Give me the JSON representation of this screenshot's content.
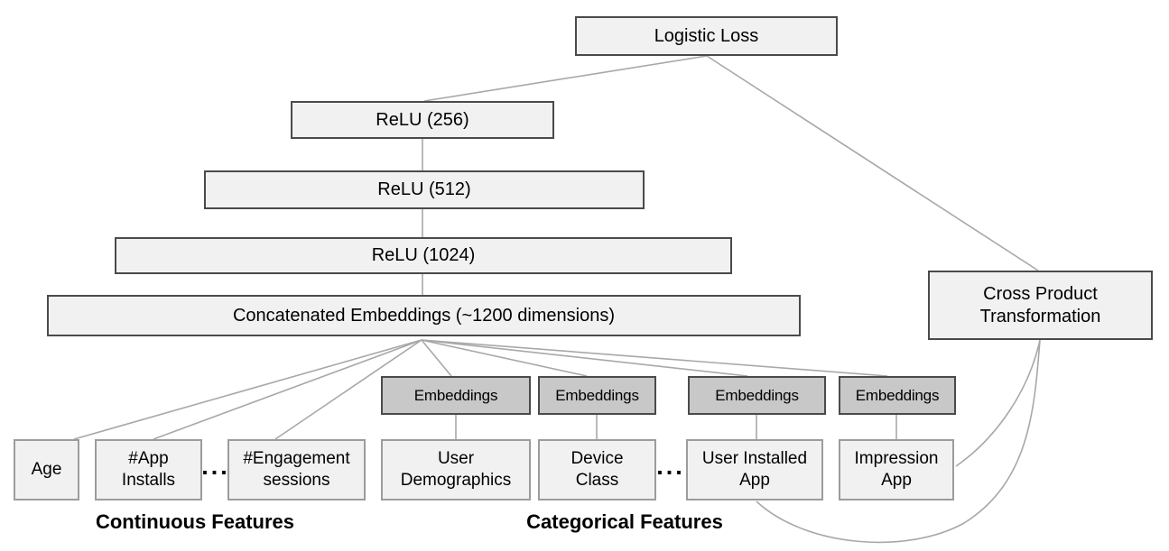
{
  "colors": {
    "node_fill": "#f1f1f2",
    "embedding_fill": "#c8c8c8",
    "border_dark": "#4a4a4c",
    "border_light": "#9c9c9e",
    "connector": "#a8a8a8",
    "text": "#000000"
  },
  "nodes": {
    "logistic_loss": {
      "label": "Logistic Loss"
    },
    "relu_256": {
      "label": "ReLU (256)"
    },
    "relu_512": {
      "label": "ReLU (512)"
    },
    "relu_1024": {
      "label": "ReLU (1024)"
    },
    "concatenated_embeddings": {
      "label": "Concatenated Embeddings (~1200 dimensions)"
    },
    "cross_product_transformation": {
      "label": [
        "Cross Product",
        "Transformation"
      ]
    },
    "embeddings_1": {
      "label": "Embeddings"
    },
    "embeddings_2": {
      "label": "Embeddings"
    },
    "embeddings_3": {
      "label": "Embeddings"
    },
    "embeddings_4": {
      "label": "Embeddings"
    },
    "age": {
      "label": "Age"
    },
    "app_installs": {
      "label": [
        "#App",
        "Installs"
      ]
    },
    "engagement_sessions": {
      "label": [
        "#Engagement",
        "sessions"
      ]
    },
    "user_demographics": {
      "label": [
        "User",
        "Demographics"
      ]
    },
    "device_class": {
      "label": [
        "Device",
        "Class"
      ]
    },
    "user_installed_app": {
      "label": [
        "User Installed",
        "App"
      ]
    },
    "impression_app": {
      "label": [
        "Impression",
        "App"
      ]
    }
  },
  "ellipsis_continuous": "...",
  "ellipsis_categorical": "...",
  "group_labels": {
    "continuous": "Continuous Features",
    "categorical": "Categorical Features"
  }
}
